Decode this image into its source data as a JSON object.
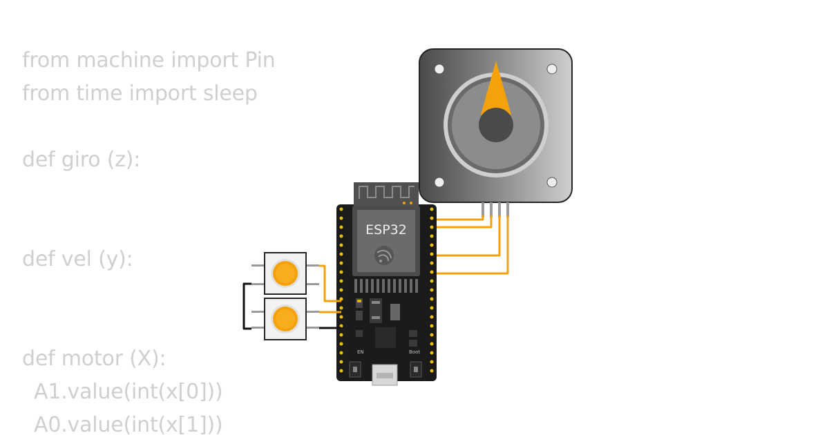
{
  "code": {
    "lines": [
      {
        "text": "from machine import Pin",
        "indent": false
      },
      {
        "text": "from time import sleep",
        "indent": false
      },
      {
        "text": "",
        "indent": false
      },
      {
        "text": "def giro (z):",
        "indent": false
      },
      {
        "text": "",
        "indent": false
      },
      {
        "text": "",
        "indent": false
      },
      {
        "text": "def vel (y):",
        "indent": false
      },
      {
        "text": "",
        "indent": false
      },
      {
        "text": "",
        "indent": false
      },
      {
        "text": "def motor (X):",
        "indent": false
      },
      {
        "text": "A1.value(int(x[0]))",
        "indent": true
      },
      {
        "text": "A0.value(int(x[1]))",
        "indent": true
      }
    ]
  },
  "board": {
    "module_label": "ESP32",
    "en_label": "EN",
    "boot_label": "Boot"
  },
  "colors": {
    "wire": "#f5a10a",
    "button_cap": "#f5a10a",
    "motor_pointer": "#f5a10a",
    "board": "#1b1b1b",
    "pin": "#f2c200"
  }
}
